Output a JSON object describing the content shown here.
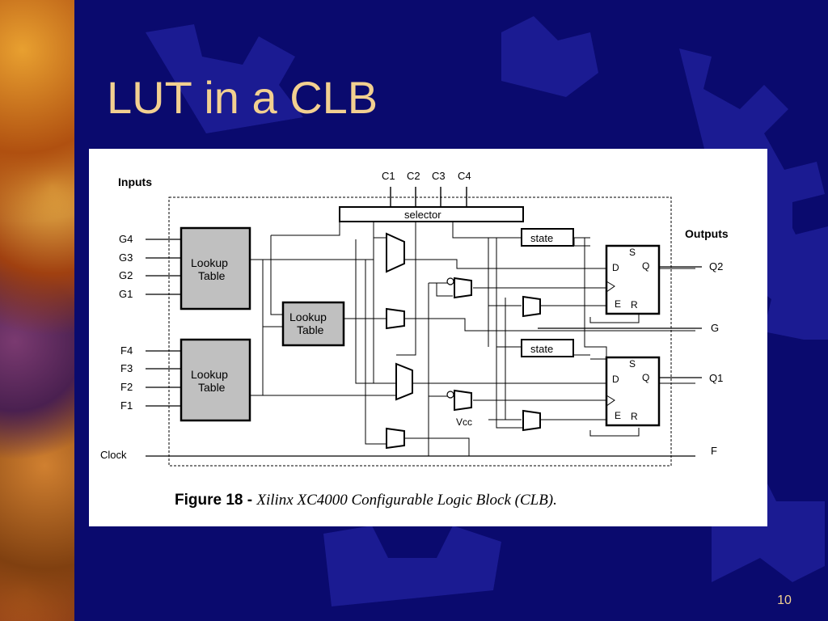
{
  "slide": {
    "title": "LUT in a CLB",
    "page_number": "10"
  },
  "colors": {
    "background": "#0a0a6e",
    "gear_pattern": "#2a2ab0",
    "title": "#f2d090",
    "lut_fill": "#c0c0c0"
  },
  "figure": {
    "inputs_header": "Inputs",
    "outputs_header": "Outputs",
    "control_inputs": [
      "C1",
      "C2",
      "C3",
      "C4"
    ],
    "selector_label": "selector",
    "g_inputs": [
      "G4",
      "G3",
      "G2",
      "G1"
    ],
    "f_inputs": [
      "F4",
      "F3",
      "F2",
      "F1"
    ],
    "clock_label": "Clock",
    "lut_g": [
      "Lookup",
      "Table"
    ],
    "lut_h": [
      "Lookup",
      "Table"
    ],
    "lut_f": [
      "Lookup",
      "Table"
    ],
    "state_label": "state",
    "flip_flop_pins": {
      "s": "S",
      "d": "D",
      "q": "Q",
      "e": "E",
      "r": "R"
    },
    "vcc_label": "Vcc",
    "outputs": [
      "Q2",
      "G",
      "Q1",
      "F"
    ],
    "caption_label": "Figure 18 -",
    "caption_text": "Xilinx XC4000 Configurable Logic Block (CLB)."
  }
}
